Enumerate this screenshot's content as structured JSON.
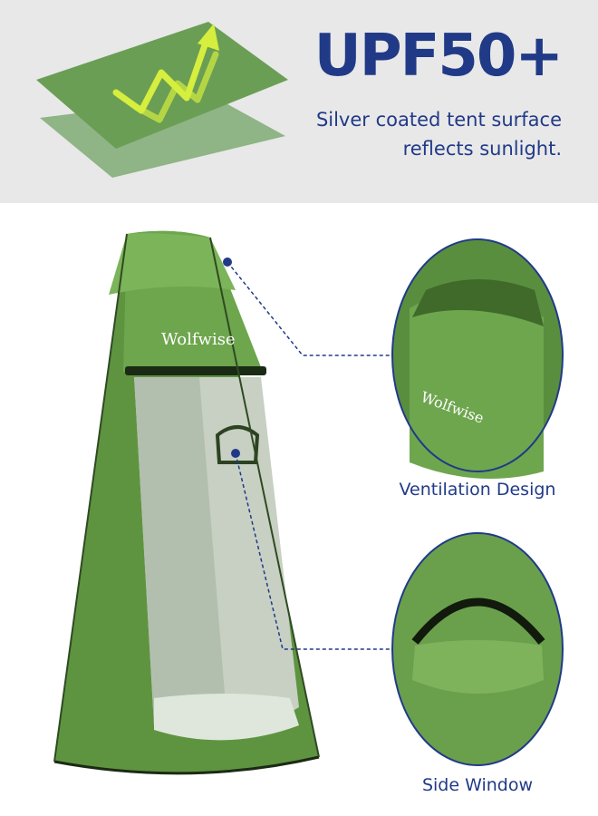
{
  "header": {
    "title": "UPF50+",
    "subtitle_line1": "Silver coated tent surface",
    "subtitle_line2": "reflects sunlight."
  },
  "tent": {
    "brand": "Wolfwise",
    "color": "#6a9e4a"
  },
  "callouts": {
    "ventilation": {
      "label": "Ventilation Design"
    },
    "window": {
      "label": "Side Window"
    }
  }
}
